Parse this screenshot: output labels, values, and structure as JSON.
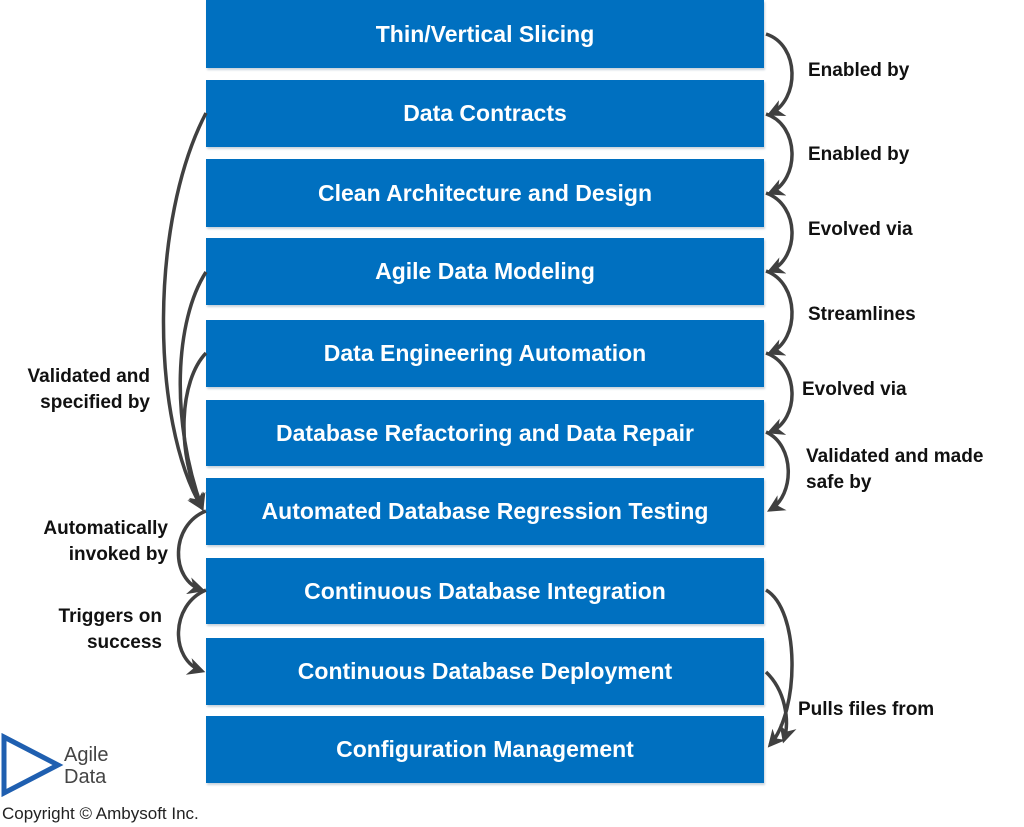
{
  "diagram": {
    "steps": [
      "Thin/Vertical Slicing",
      "Data Contracts",
      "Clean Architecture and Design",
      "Agile Data Modeling",
      "Data Engineering Automation",
      "Database Refactoring and Data Repair",
      "Automated Database Regression Testing",
      "Continuous Database Integration",
      "Continuous Database Deployment",
      "Configuration Management"
    ],
    "right_labels": [
      "Enabled by",
      "Enabled by",
      "Evolved via",
      "Streamlines",
      "Evolved via",
      "Validated and made safe by",
      "Pulls files from"
    ],
    "left_labels": [
      "Validated and specified by",
      "Automatically invoked by",
      "Triggers on success"
    ],
    "colors": {
      "box": "#0070c0",
      "arrow": "#404040"
    }
  },
  "branding": {
    "logo_text_line1": "Agile",
    "logo_text_line2": "Data",
    "copyright": "Copyright © Ambysoft Inc."
  }
}
